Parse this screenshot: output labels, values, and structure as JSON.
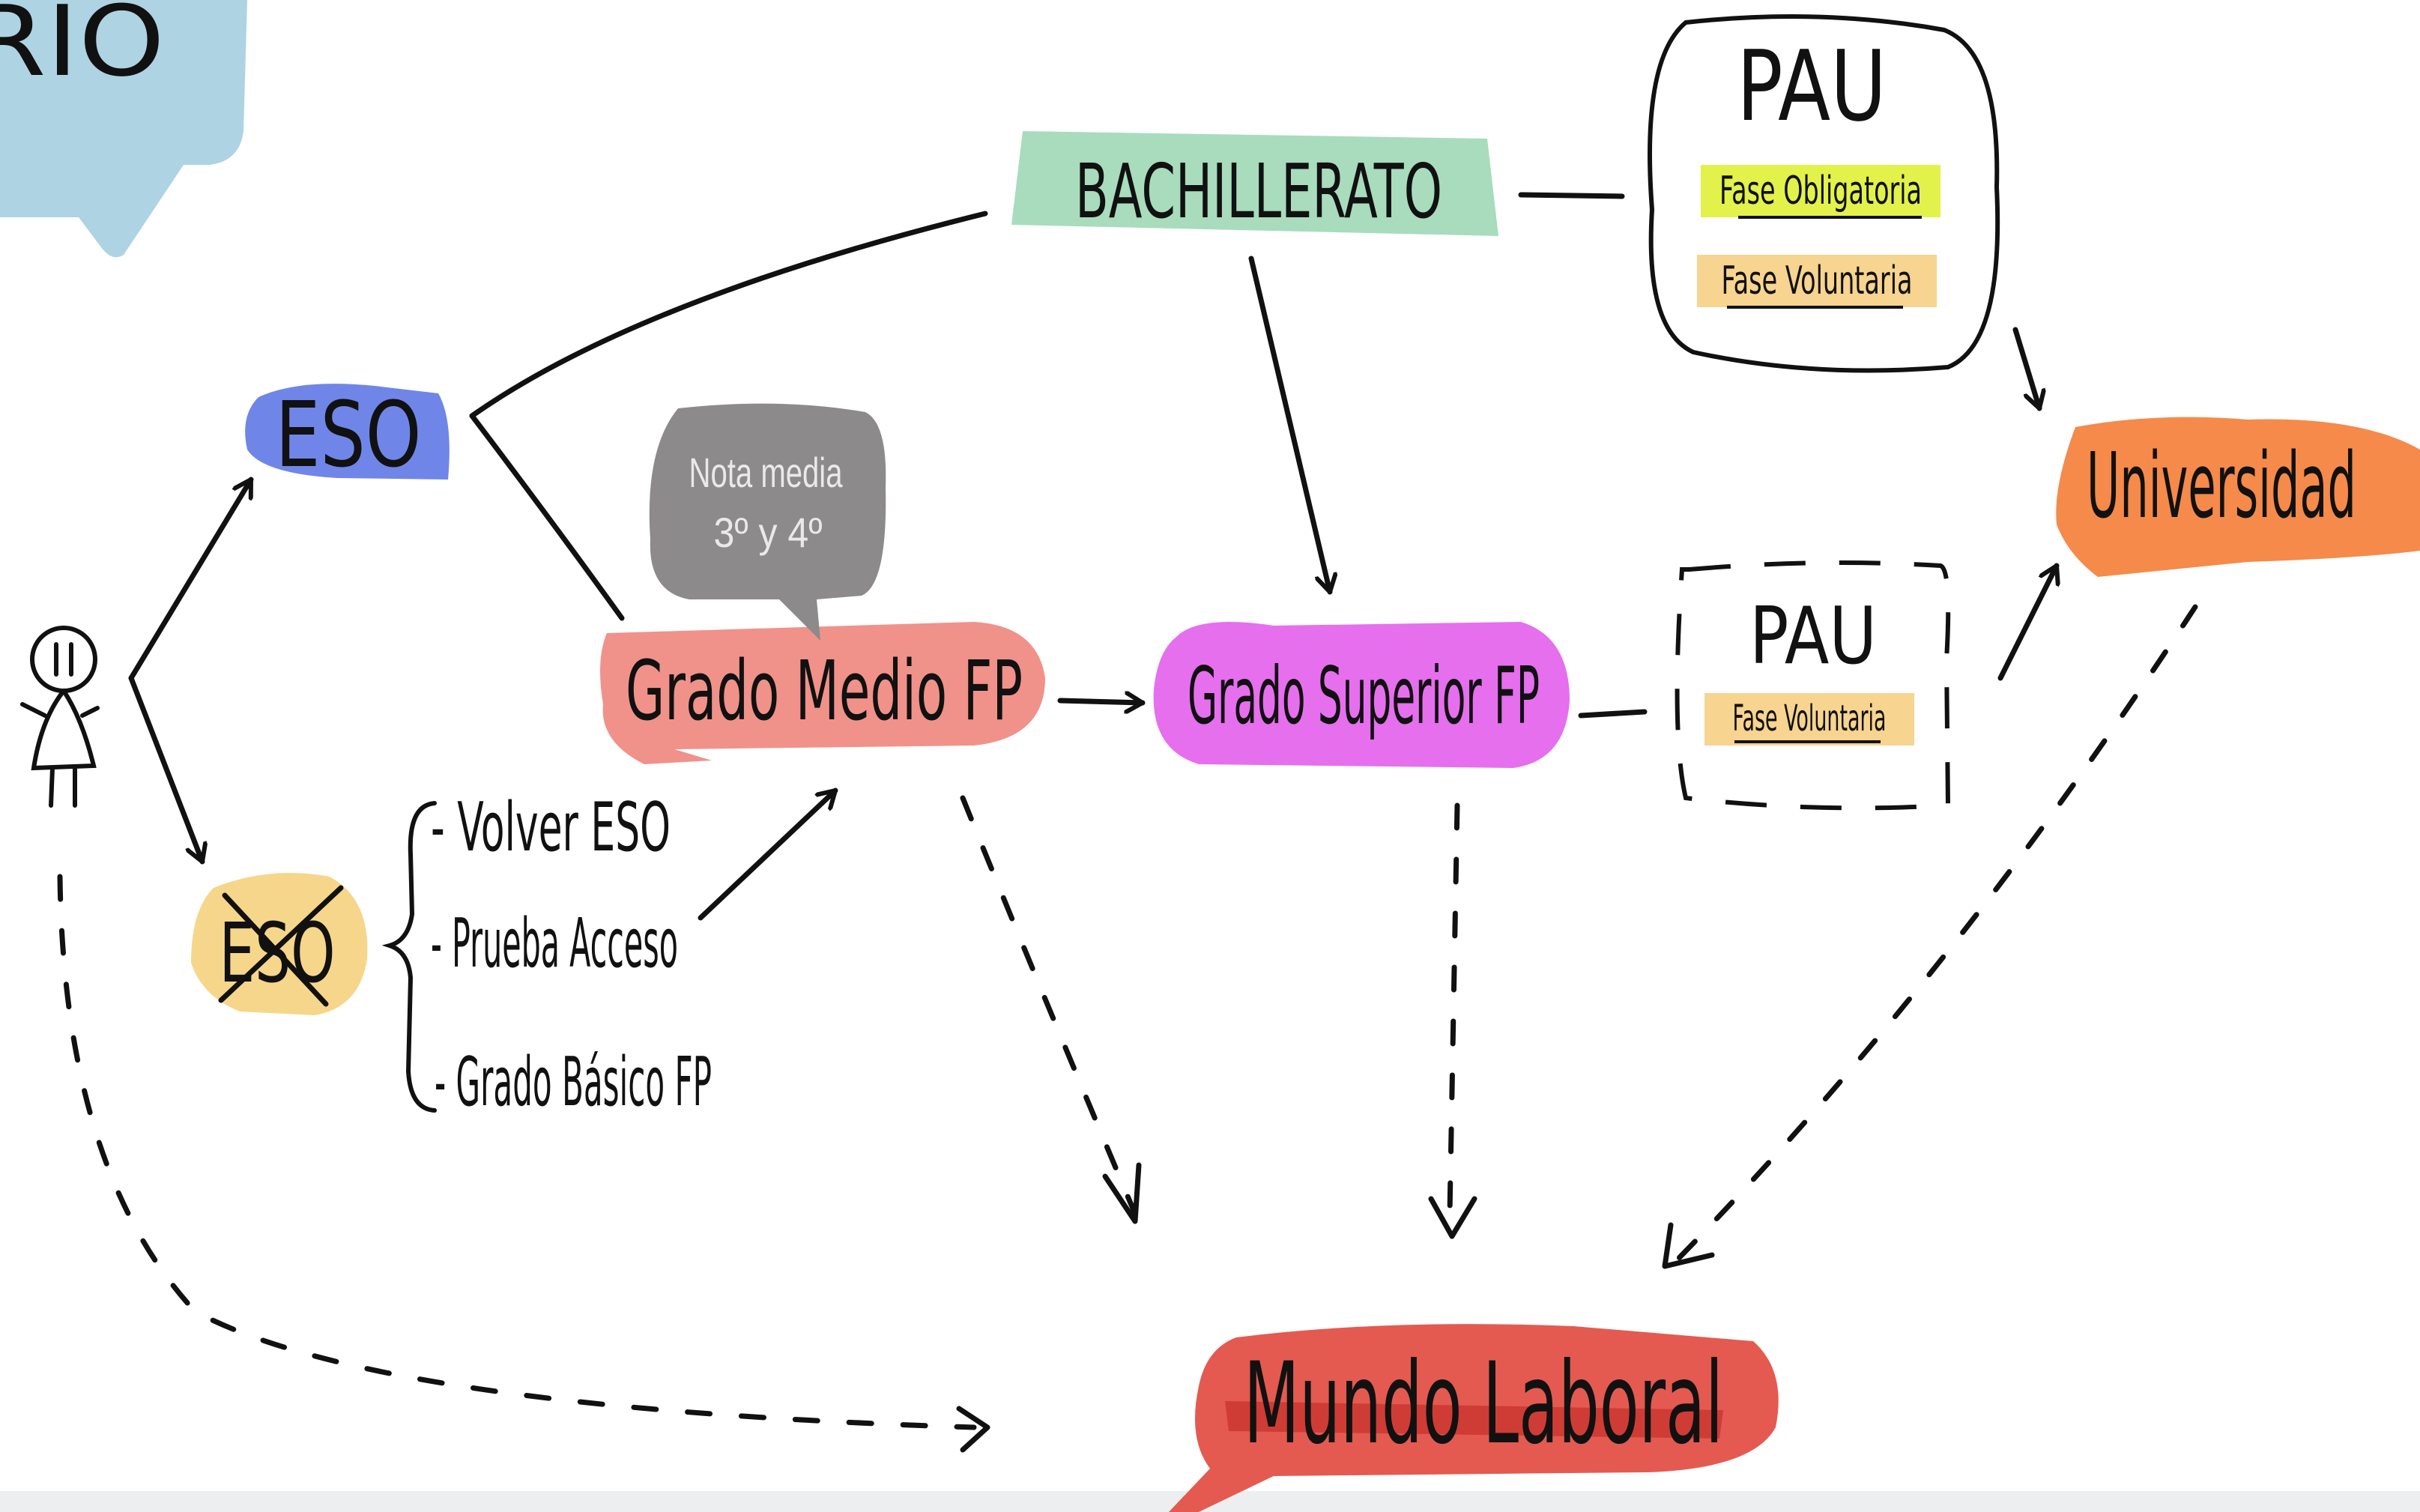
{
  "title_fragment": "RIO",
  "eso": "ESO",
  "eso_failed": "ESO",
  "bachillerato": "BACHILLERATO",
  "grado_medio": "Grado Medio FP",
  "grado_superior": "Grado Superior FP",
  "grado_medio_note": {
    "line1": "Nota media",
    "line2": "3º y 4º"
  },
  "alternatives": {
    "volver": "- Volver ESO",
    "prueba": "- Prueba Acceso",
    "basico": "- Grado Básico FP"
  },
  "pau_main": {
    "title": "PAU",
    "fase_obligatoria": "Fase Obligatoria",
    "fase_voluntaria": "Fase Voluntaria"
  },
  "pau_secondary": {
    "title": "PAU",
    "fase_voluntaria": "Fase Voluntaria"
  },
  "universidad": "Universidad",
  "mundo_laboral": "Mundo Laboral",
  "colors": {
    "eso": "#6f86e8",
    "eso_failed": "#f6d68a",
    "bachillerato": "#a8dcbc",
    "grado_medio": "#f0928a",
    "grado_superior": "#e66fee",
    "universidad": "#f58a4a",
    "mundo_laboral": "#e45a50",
    "title_blob": "#aed3e3",
    "note_bubble": "#8c8a8a",
    "highlight_yellow": "#e2f24b",
    "highlight_peach": "#f7d48f"
  },
  "icons": [
    "stick-figure-icon",
    "cross-out-icon"
  ]
}
